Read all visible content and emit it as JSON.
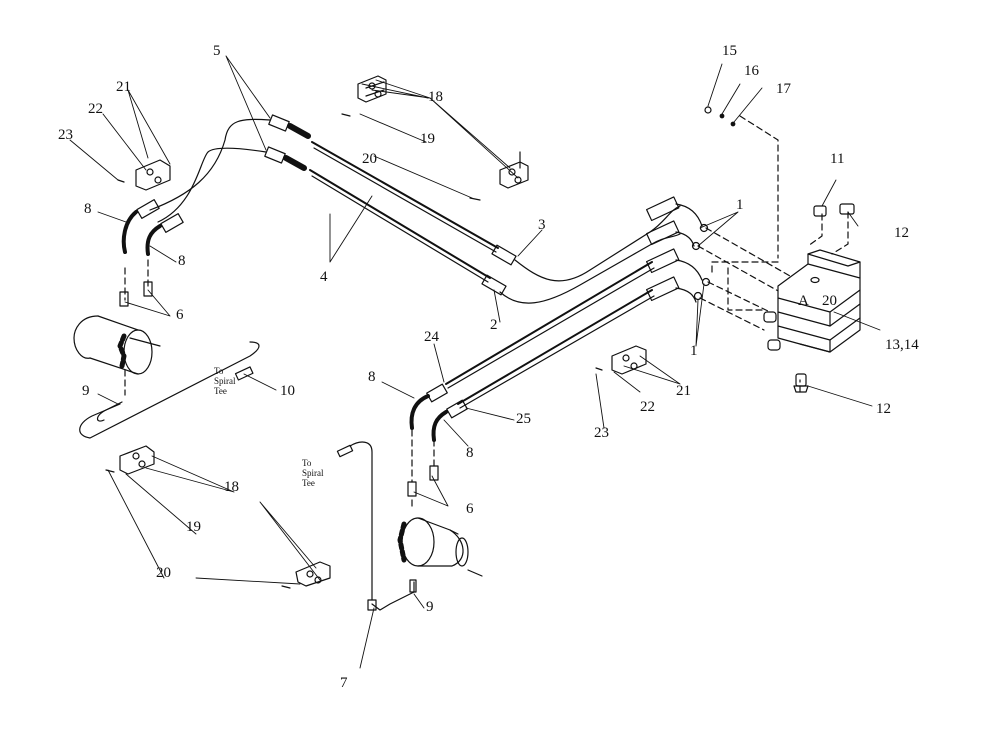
{
  "callouts": {
    "c1": "1",
    "c2": "2",
    "c3": "3",
    "c4": "4",
    "c5": "5",
    "c6": "6",
    "c7": "7",
    "c8": "8",
    "c9": "9",
    "c10": "10",
    "c11": "11",
    "c12": "12",
    "c13_14": "13,14",
    "c15": "15",
    "c16": "16",
    "c17": "17",
    "c18": "18",
    "c19": "19",
    "c20": "20",
    "c21": "21",
    "c22": "22",
    "c23": "23",
    "c24": "24",
    "c25": "25",
    "valve_port": "A",
    "valve_num": "20"
  },
  "notes": {
    "to_spiral_tee_upper": "To\nSpiral\nTee",
    "to_spiral_tee_lower": "To\nSpiral\nTee"
  },
  "colors": {
    "ink": "#111111",
    "paper": "#ffffff"
  }
}
